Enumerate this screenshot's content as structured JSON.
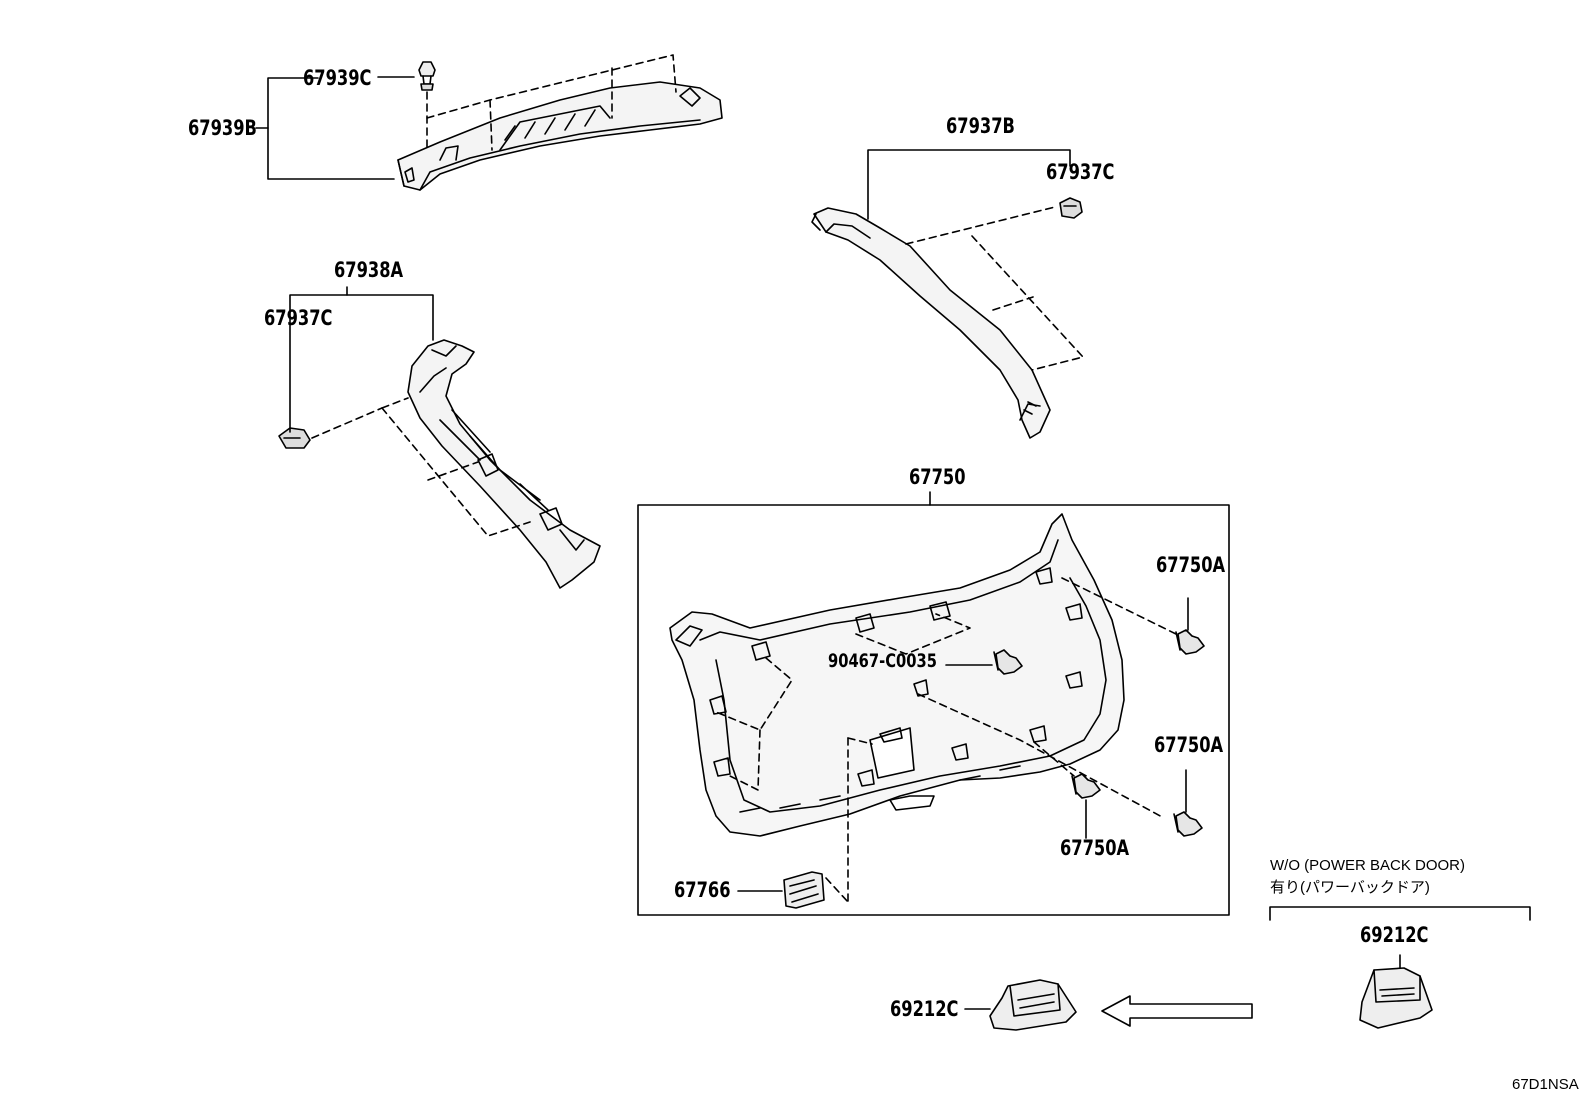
{
  "labels": {
    "p67939C": "67939C",
    "p67939B": "67939B",
    "p67937B": "67937B",
    "p67937C_right": "67937C",
    "p67938A": "67938A",
    "p67937C_left": "67937C",
    "p67750": "67750",
    "p67750A_top": "67750A",
    "p90467": "90467-C0035",
    "p67750A_mid": "67750A",
    "p67750A_low": "67750A",
    "p67766": "67766",
    "p69212C_box": "69212C",
    "p69212C_left": "69212C"
  },
  "notes": {
    "condition_line1": "W/O (POWER BACK DOOR)",
    "condition_line2": "有り(パワーバックドア)"
  },
  "diagram_code": "67D1NSA"
}
